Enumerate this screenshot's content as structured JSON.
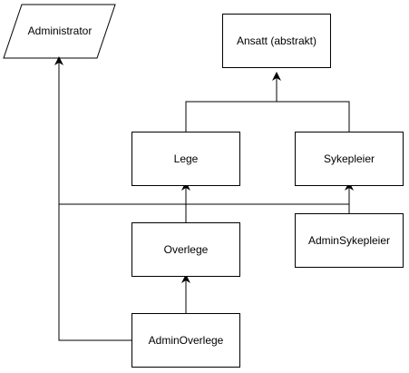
{
  "nodes": {
    "administrator": "Administrator",
    "ansatt": "Ansatt (abstrakt)",
    "lege": "Lege",
    "sykepleier": "Sykepleier",
    "overlege": "Overlege",
    "adminsykepleier": "AdminSykepleier",
    "adminoverlege": "AdminOverlege"
  },
  "colors": {
    "stroke": "#000000",
    "fill": "#ffffff"
  }
}
